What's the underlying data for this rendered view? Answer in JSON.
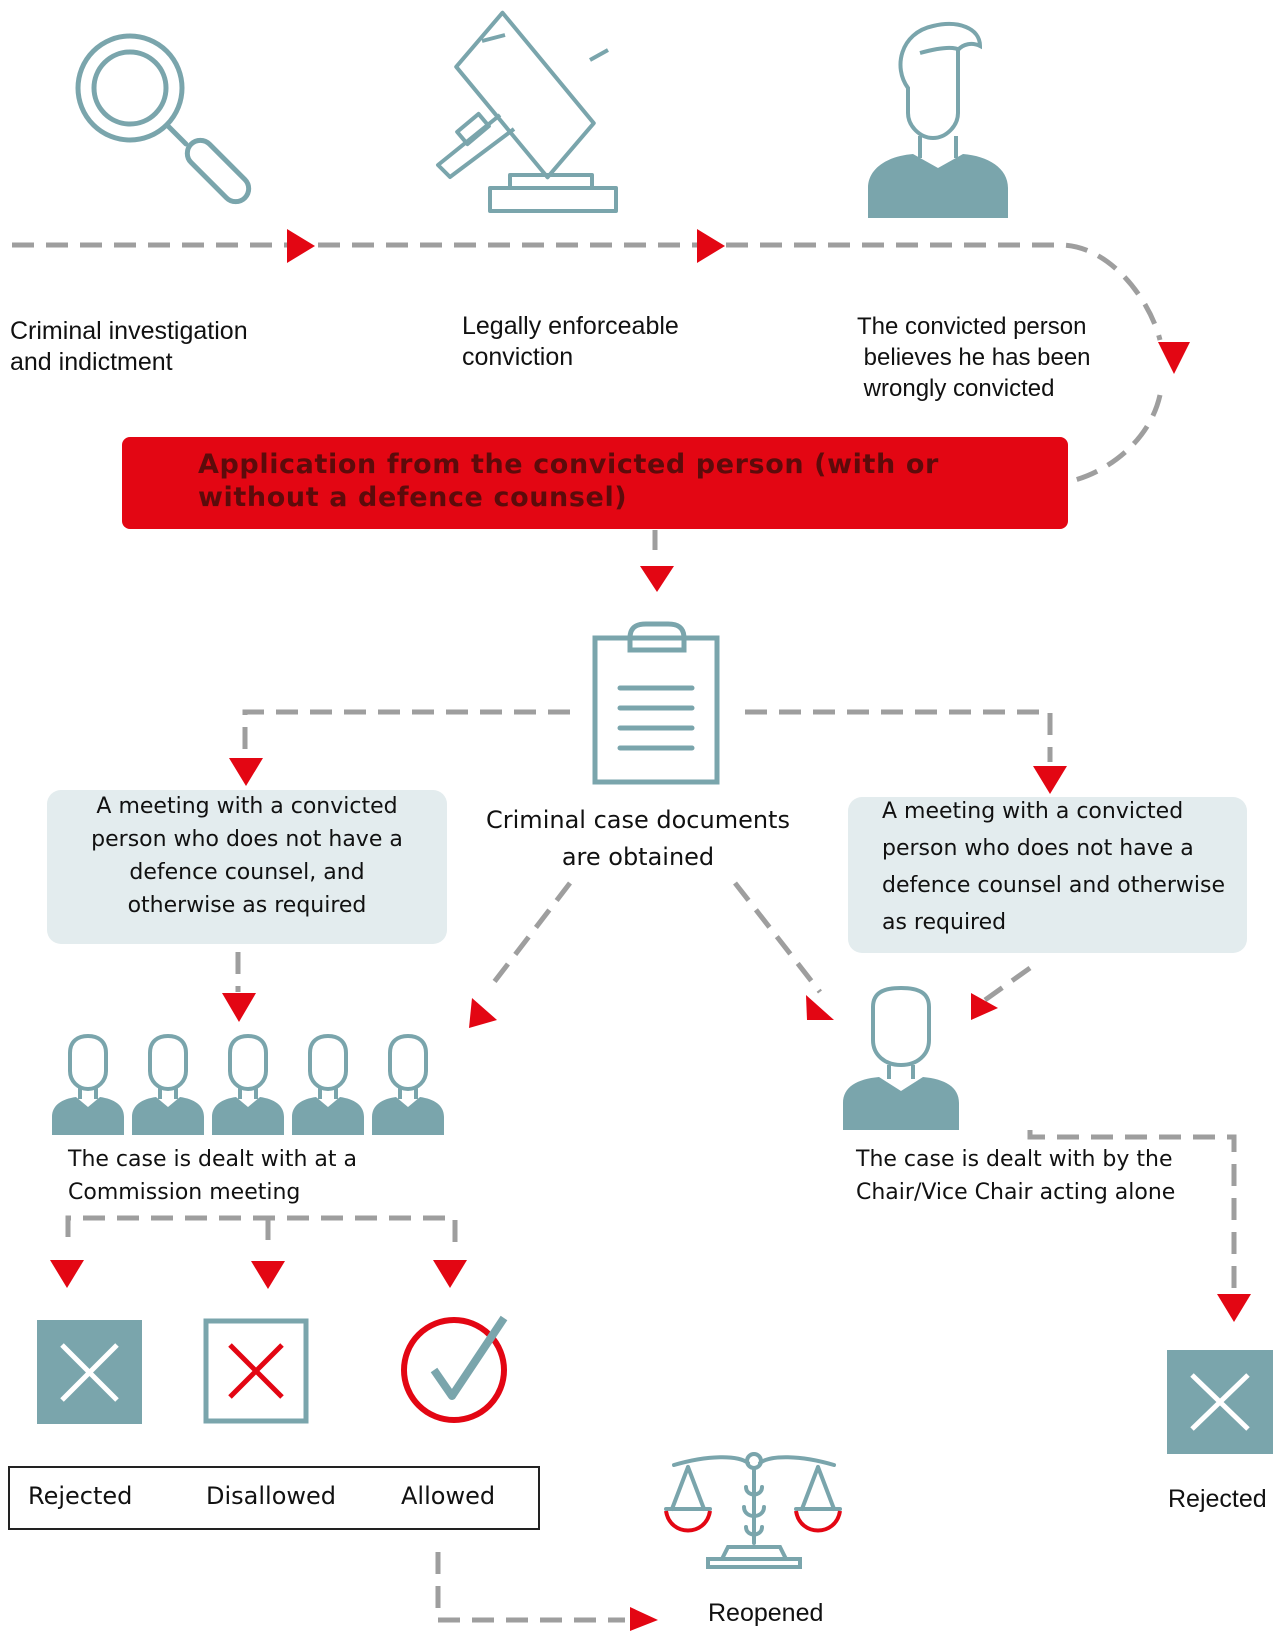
{
  "colors": {
    "teal": "#7aa5ac",
    "red": "#e30613",
    "dash": "#9e9e9e",
    "bubble": "#e3ecee"
  },
  "icons": [
    "magnifier-icon",
    "gavel-icon",
    "person-icon",
    "clipboard-icon",
    "people-group-icon",
    "reject-box-icon",
    "disallow-box-icon",
    "allow-check-icon",
    "scales-icon"
  ],
  "steps": {
    "investigation": [
      "Criminal investigation",
      "and indictment"
    ],
    "conviction": [
      "Legally enforceable",
      "conviction"
    ],
    "belief": [
      "The convicted person",
      " believes he has been",
      " wrongly convicted"
    ]
  },
  "application": [
    "Application from the convicted person (with or",
    "without a defence counsel)"
  ],
  "documents": [
    "Criminal case documents",
    "are obtained"
  ],
  "meeting_left": [
    "A meeting with a convicted",
    "person who does not have a",
    "defence counsel, and",
    "otherwise as required"
  ],
  "meeting_right": [
    "A meeting with a convicted",
    "person who does not have a",
    "defence counsel and otherwise",
    "as required"
  ],
  "commission": [
    "The case is dealt with at a",
    "Commission meeting"
  ],
  "chair": [
    "The case is dealt with by the",
    "Chair/Vice Chair acting alone"
  ],
  "outcomes": {
    "rejected": "Rejected",
    "disallowed": "Disallowed",
    "allowed": "Allowed"
  },
  "chair_outcome": "Rejected",
  "final": "Reopened"
}
